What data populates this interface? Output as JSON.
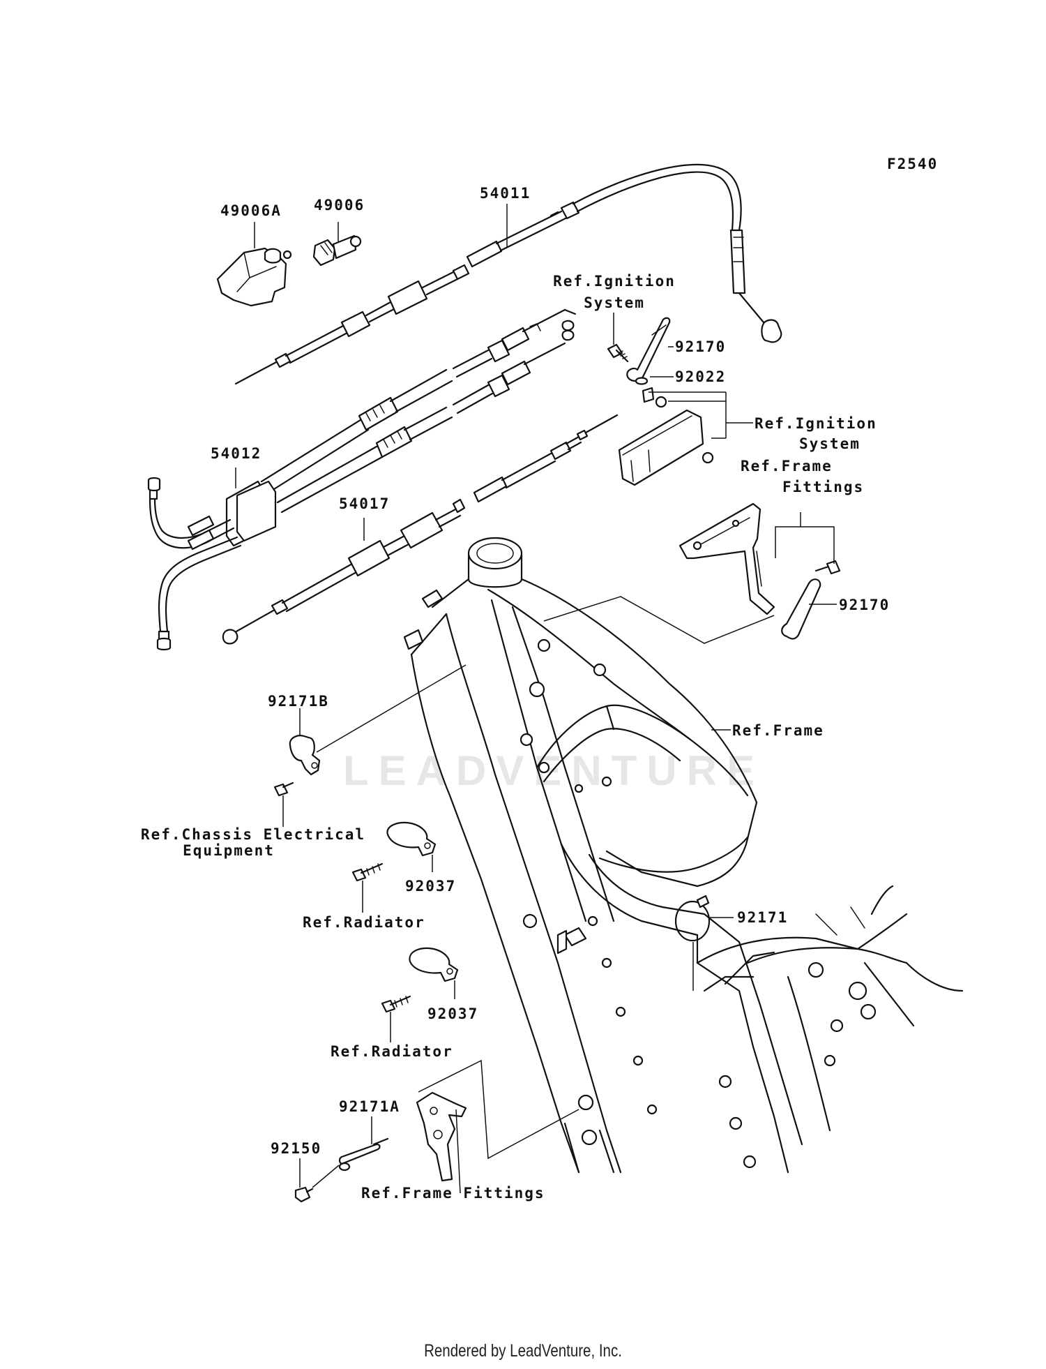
{
  "diagram_code": "F2540",
  "watermark": "LEADVENTURE",
  "footer": "Rendered by LeadVenture, Inc.",
  "labels": {
    "p49006a": "49006A",
    "p49006": "49006",
    "p54011": "54011",
    "p54012": "54012",
    "p54017": "54017",
    "p92170_top": "92170",
    "p92022": "92022",
    "p92170_mid": "92170",
    "p92171b": "92171B",
    "p92037_a": "92037",
    "p92037_b": "92037",
    "p92171": "92171",
    "p92171a": "92171A",
    "p92150": "92150"
  },
  "refs": {
    "ignition_top_1": "Ref.Ignition",
    "ignition_top_2": "System",
    "ignition_mid_1": "Ref.Ignition",
    "ignition_mid_2": "System",
    "frame_fittings_top_1": "Ref.Frame",
    "frame_fittings_top_2": "Fittings",
    "frame": "Ref.Frame",
    "chassis_1": "Ref.Chassis Electrical",
    "chassis_2": "Equipment",
    "radiator_a": "Ref.Radiator",
    "radiator_b": "Ref.Radiator",
    "frame_fittings_bottom": "Ref.Frame Fittings"
  }
}
